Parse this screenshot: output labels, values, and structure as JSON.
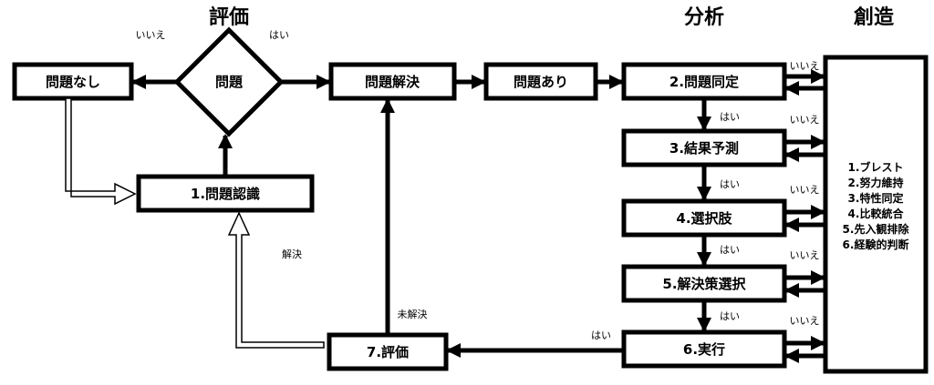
{
  "headings": {
    "evaluation": "評価",
    "analysis": "分析",
    "creation": "創造"
  },
  "nodes": {
    "no_problem": "問題なし",
    "problem": "問題",
    "problem_solving": "問題解決",
    "problem_exists": "問題あり",
    "recognition": "1.問題認識",
    "identification": "2.問題同定",
    "prediction": "3.結果予測",
    "options": "4.選択肢",
    "select_solution": "5.解決策選択",
    "execute": "6.実行",
    "evaluate": "7.評価"
  },
  "edge_labels": {
    "no": "いいえ",
    "yes": "はい",
    "solved": "解決",
    "unsolved": "未解決"
  },
  "creation_items": [
    "1.ブレスト",
    "2.努力維持",
    "3.特性同定",
    "4.比較統合",
    "5.先入観排除",
    "6.経験的判断"
  ],
  "colors": {
    "stroke": "#000000",
    "background": "#ffffff"
  }
}
